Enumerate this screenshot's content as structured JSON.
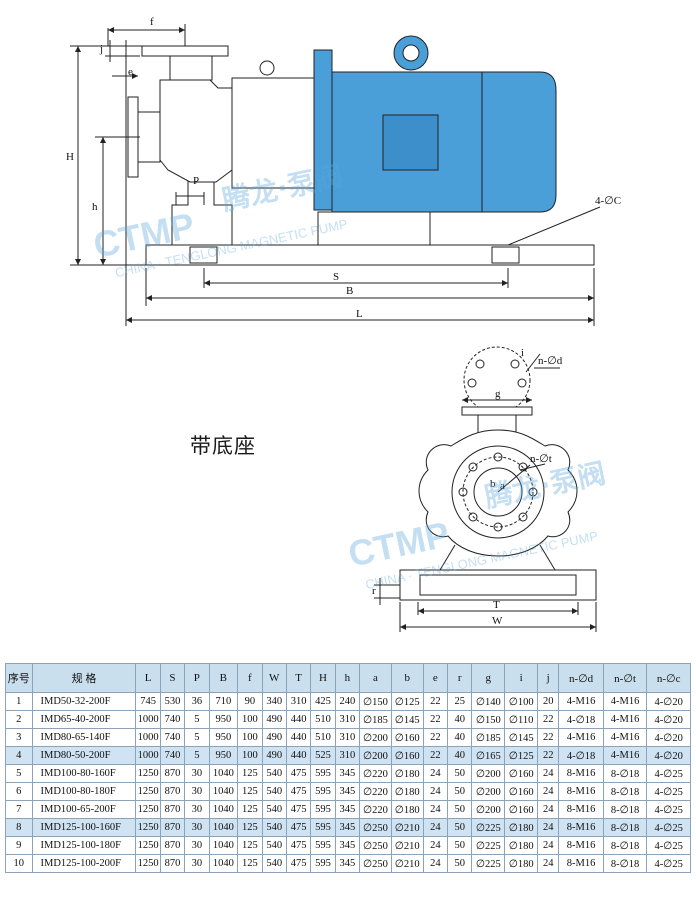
{
  "drawing": {
    "dim_labels_side": {
      "f": "f",
      "j": "j",
      "e": "e",
      "H": "H",
      "h": "h",
      "P": "P",
      "S": "S",
      "B": "B",
      "L": "L",
      "C4": "4-∅C"
    },
    "dim_labels_front": {
      "i": "i",
      "nd": "n-∅d",
      "g": "g",
      "nt": "n-∅t",
      "b": "b",
      "a": "a",
      "r": "r",
      "T": "T",
      "W": "W"
    },
    "base_label": "带底座",
    "watermark": {
      "brand": "CTMP",
      "cn": "腾龙·泵阀",
      "tagline": "CHINA · TENGLONG MAGNETIC PUMP"
    },
    "colors": {
      "motor": "#4a9fd8",
      "motor_dark": "#2f78b0",
      "line": "#222222",
      "header": "#c9dfee",
      "highlight": "#cfe3f3"
    }
  },
  "table": {
    "headers": [
      "序号",
      "规 格",
      "L",
      "S",
      "P",
      "B",
      "f",
      "W",
      "T",
      "H",
      "h",
      "a",
      "b",
      "e",
      "r",
      "g",
      "i",
      "j",
      "n-∅d",
      "n-∅t",
      "n-∅c"
    ],
    "rows": [
      [
        "1",
        "IMD50-32-200F",
        "745",
        "530",
        "36",
        "710",
        "90",
        "340",
        "310",
        "425",
        "240",
        "∅150",
        "∅125",
        "22",
        "25",
        "∅140",
        "∅100",
        "20",
        "4-M16",
        "4-M16",
        "4-∅20"
      ],
      [
        "2",
        "IMD65-40-200F",
        "1000",
        "740",
        "5",
        "950",
        "100",
        "490",
        "440",
        "510",
        "310",
        "∅185",
        "∅145",
        "22",
        "40",
        "∅150",
        "∅110",
        "22",
        "4-∅18",
        "4-M16",
        "4-∅20"
      ],
      [
        "3",
        "IMD80-65-140F",
        "1000",
        "740",
        "5",
        "950",
        "100",
        "490",
        "440",
        "510",
        "310",
        "∅200",
        "∅160",
        "22",
        "40",
        "∅185",
        "∅145",
        "22",
        "4-M16",
        "4-M16",
        "4-∅20"
      ],
      [
        "4",
        "IMD80-50-200F",
        "1000",
        "740",
        "5",
        "950",
        "100",
        "490",
        "440",
        "525",
        "310",
        "∅200",
        "∅160",
        "22",
        "40",
        "∅165",
        "∅125",
        "22",
        "4-∅18",
        "4-M16",
        "4-∅20"
      ],
      [
        "5",
        "IMD100-80-160F",
        "1250",
        "870",
        "30",
        "1040",
        "125",
        "540",
        "475",
        "595",
        "345",
        "∅220",
        "∅180",
        "24",
        "50",
        "∅200",
        "∅160",
        "24",
        "8-M16",
        "8-∅18",
        "4-∅25"
      ],
      [
        "6",
        "IMD100-80-180F",
        "1250",
        "870",
        "30",
        "1040",
        "125",
        "540",
        "475",
        "595",
        "345",
        "∅220",
        "∅180",
        "24",
        "50",
        "∅200",
        "∅160",
        "24",
        "8-M16",
        "8-∅18",
        "4-∅25"
      ],
      [
        "7",
        "IMD100-65-200F",
        "1250",
        "870",
        "30",
        "1040",
        "125",
        "540",
        "475",
        "595",
        "345",
        "∅220",
        "∅180",
        "24",
        "50",
        "∅200",
        "∅160",
        "24",
        "8-M16",
        "8-∅18",
        "4-∅25"
      ],
      [
        "8",
        "IMD125-100-160F",
        "1250",
        "870",
        "30",
        "1040",
        "125",
        "540",
        "475",
        "595",
        "345",
        "∅250",
        "∅210",
        "24",
        "50",
        "∅225",
        "∅180",
        "24",
        "8-M16",
        "8-∅18",
        "4-∅25"
      ],
      [
        "9",
        "IMD125-100-180F",
        "1250",
        "870",
        "30",
        "1040",
        "125",
        "540",
        "475",
        "595",
        "345",
        "∅250",
        "∅210",
        "24",
        "50",
        "∅225",
        "∅180",
        "24",
        "8-M16",
        "8-∅18",
        "4-∅25"
      ],
      [
        "10",
        "IMD125-100-200F",
        "1250",
        "870",
        "30",
        "1040",
        "125",
        "540",
        "475",
        "595",
        "345",
        "∅250",
        "∅210",
        "24",
        "50",
        "∅225",
        "∅180",
        "24",
        "8-M16",
        "8-∅18",
        "4-∅25"
      ]
    ],
    "highlighted_rows": [
      4,
      8
    ]
  }
}
